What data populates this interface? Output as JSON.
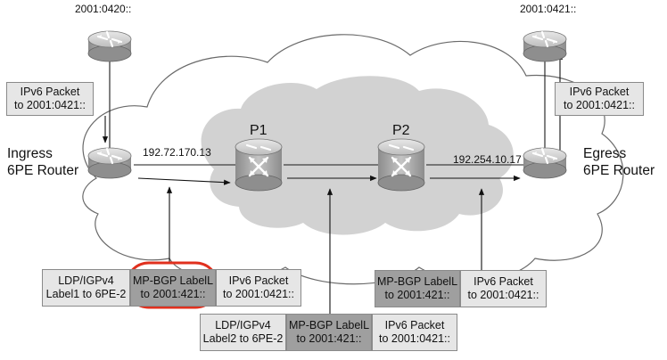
{
  "routers": {
    "ce_left_addr": "2001:0420::",
    "ce_right_addr": "2001:0421::",
    "ingress_line1": "Ingress",
    "ingress_line2": "6PE Router",
    "egress_line1": "Egress",
    "egress_line2": "6PE Router",
    "p1": "P1",
    "p2": "P2",
    "ingress_ip": "192.72.170.13",
    "egress_ip": "192.254.10.17"
  },
  "packets": {
    "left_top": {
      "line1": "IPv6 Packet",
      "line2": "to 2001:0421::"
    },
    "right_top": {
      "line1": "IPv6 Packet",
      "line2": "to 2001:0421::"
    },
    "stack1": {
      "ldp": {
        "line1": "LDP/IGPv4",
        "line2": "Label1 to 6PE-2"
      },
      "mpbgp": {
        "line1": "MP-BGP LabelL",
        "line2": "to 2001:421::"
      },
      "ipv6": {
        "line1": "IPv6 Packet",
        "line2": "to 2001:0421::"
      }
    },
    "stack2": {
      "ldp": {
        "line1": "LDP/IGPv4",
        "line2": "Label2 to 6PE-2"
      },
      "mpbgp": {
        "line1": "MP-BGP LabelL",
        "line2": "to 2001:421::"
      },
      "ipv6": {
        "line1": "IPv6 Packet",
        "line2": "to 2001:0421::"
      }
    },
    "stack3": {
      "mpbgp": {
        "line1": "MP-BGP LabelL",
        "line2": "to 2001:421::"
      },
      "ipv6": {
        "line1": "IPv6 Packet",
        "line2": "to 2001:0421::"
      }
    }
  },
  "colors": {
    "cloud_outer": "#ffffff",
    "cloud_inner": "#d2d2d2",
    "router_body": "#b4b4b4",
    "highlight": "#e0301e"
  },
  "icons": [
    "router-icon",
    "label-switch-router-icon"
  ]
}
